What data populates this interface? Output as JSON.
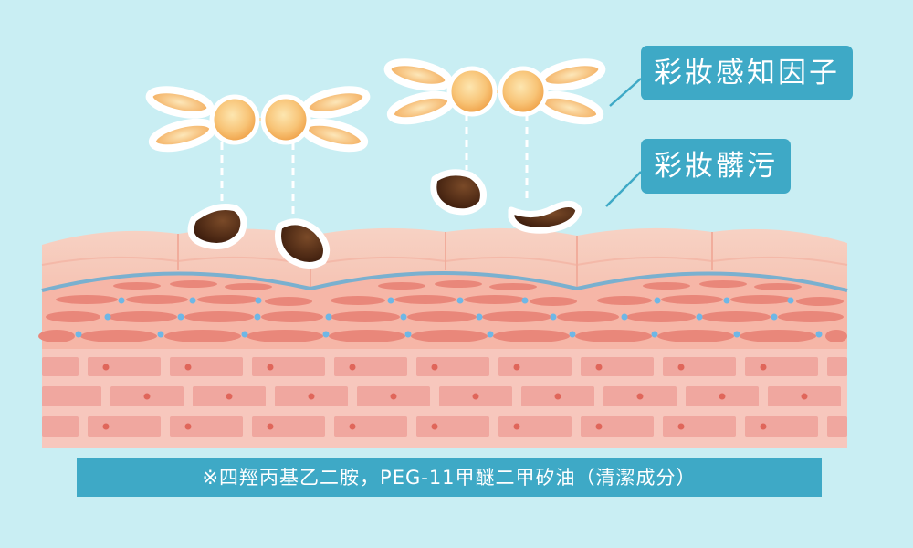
{
  "labels": {
    "makeup_factor": "彩妝感知因子",
    "makeup_dirt": "彩妝髒污"
  },
  "caption": "※四羥丙基乙二胺，PEG-11甲醚二甲矽油（清潔成分）",
  "colors": {
    "background": "#c9eef3",
    "label_bg": "#3ea9c6",
    "label_text": "#ffffff",
    "skin_top": "#f8cfc0",
    "skin_line": "#7ab0cf",
    "cell_oval": "#e9877a",
    "brick": "#f0a79f",
    "brick_bg": "#f7c7bd",
    "dirt": "#4a2614",
    "factor_orb": "#f6b660"
  }
}
